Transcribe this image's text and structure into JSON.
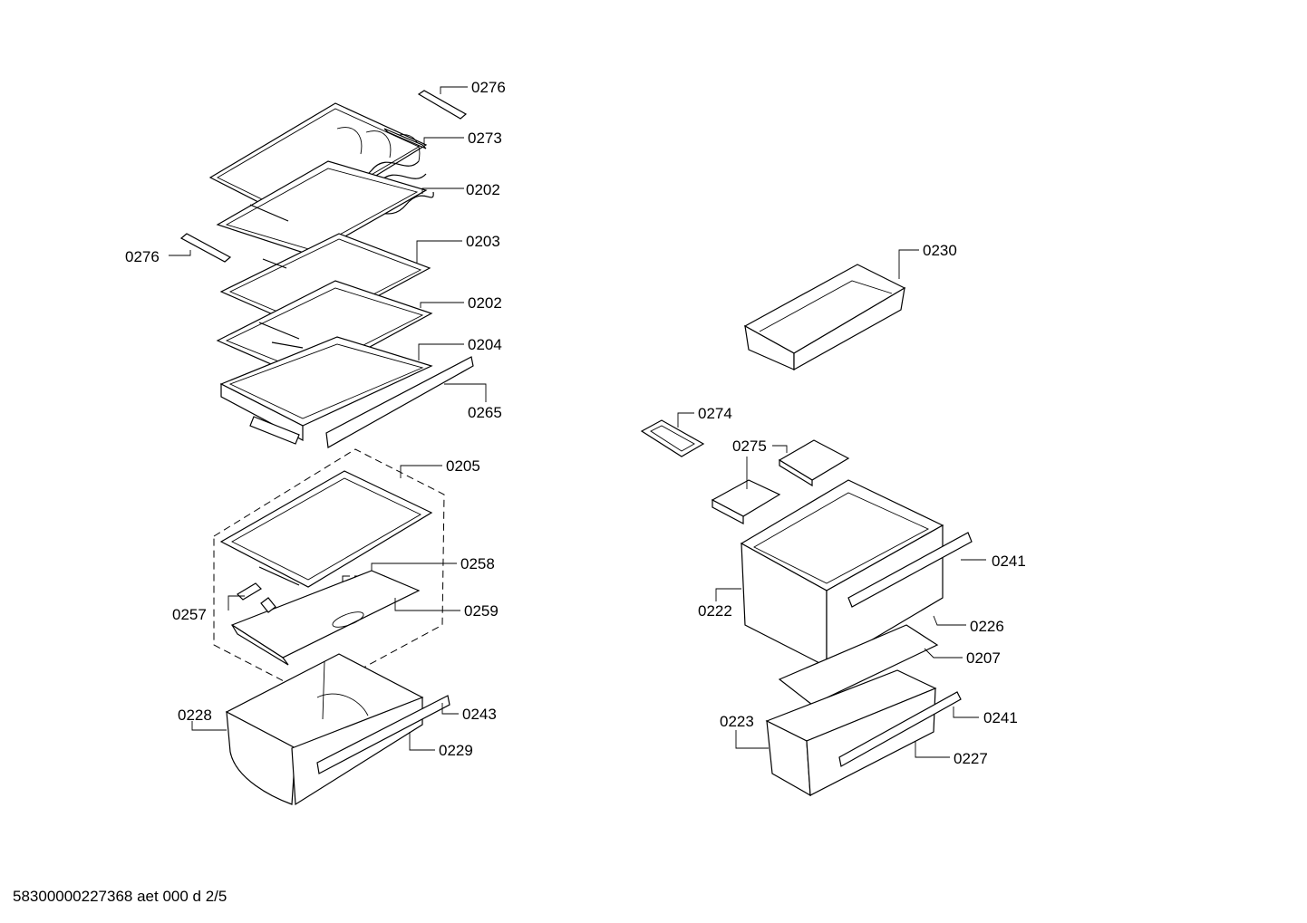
{
  "labels": {
    "l0276a": "0276",
    "l0273": "0273",
    "l0202a": "0202",
    "l0276b": "0276",
    "l0203": "0203",
    "l0202b": "0202",
    "l0204": "0204",
    "l0265": "0265",
    "l0205": "0205",
    "l0258": "0258",
    "l0257": "0257",
    "l0259": "0259",
    "l0228": "0228",
    "l0243": "0243",
    "l0229": "0229",
    "l0230": "0230",
    "l0274": "0274",
    "l0275": "0275",
    "l0241a": "0241",
    "l0222": "0222",
    "l0226": "0226",
    "l0207": "0207",
    "l0223": "0223",
    "l0241b": "0241",
    "l0227": "0227"
  },
  "footer": "58300000227368 aet 000 d 2/5"
}
